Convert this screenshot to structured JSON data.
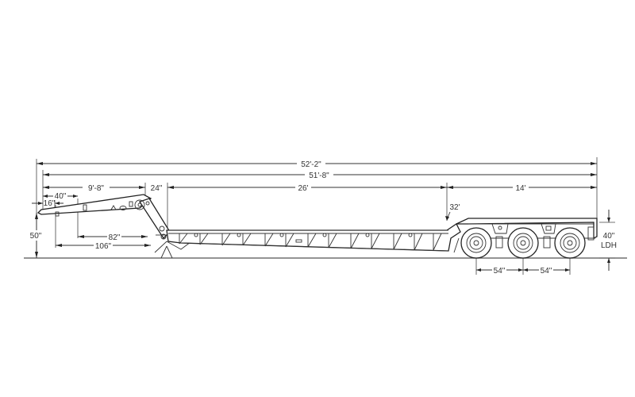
{
  "diagram": {
    "title": "Lowboy trailer side elevation",
    "dimensions": {
      "overall_length": "52'-2\"",
      "deck_length_total": "51'-8\"",
      "gooseneck_length": "9'-8\"",
      "gooseneck_to_deck_gap": "24\"",
      "well_length": "26'",
      "rear_deck_length": "14'",
      "kingpin_16": "16\"",
      "kingpin_40": "40\"",
      "swing_82": "82\"",
      "swing_106": "106\"",
      "fifth_wheel_height": "50\"",
      "rear_step": "32'",
      "axle_spacing_1": "54\"",
      "axle_spacing_2": "54\"",
      "loaded_deck_height": "40\"",
      "loaded_deck_height_label": "LDH"
    },
    "axles": 3
  }
}
